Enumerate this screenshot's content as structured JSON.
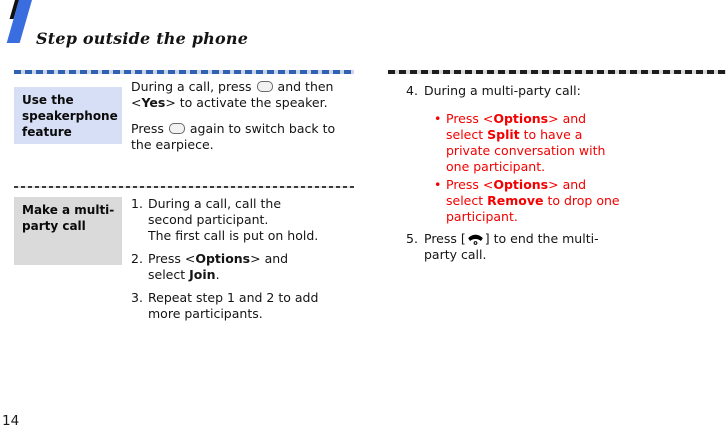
{
  "header": {
    "title": "Step outside the phone"
  },
  "footer": {
    "page_number": "14"
  },
  "colors": {
    "accent_blue": "#3a6ee0",
    "rule_blue": "#2e61b0",
    "rule_black": "#1d1d1d",
    "label_blue_bg": "#d7dff6",
    "label_gray_bg": "#dadada",
    "red_text": "#f40000",
    "body_text": "#141414"
  },
  "icons": {
    "softkey_button": "softkey-button-icon",
    "end_call_key": "end-call-key-icon",
    "bullet": "•"
  },
  "speakerphone": {
    "label": "Use the speakerphone feature",
    "p1": {
      "t1": "During a call, press",
      "t2": "and then <",
      "bold1": "Yes",
      "t3": "> to activate the speaker."
    },
    "p2": {
      "t1": "Press",
      "t2": "again to switch back to the earpiece."
    }
  },
  "multiparty": {
    "label": "Make a multi-party call",
    "step1": {
      "num": "1.",
      "line1": "During a call, call the second participant.",
      "line2": "The first call is put on hold."
    },
    "step2": {
      "num": "2.",
      "t1": "Press <",
      "bold1": "Options",
      "t2": "> and select ",
      "bold2": "Join",
      "t3": "."
    },
    "step3": {
      "num": "3.",
      "t1": "Repeat step 1 and 2 to add more participants."
    },
    "step4": {
      "num": "4.",
      "t1": "During a multi-party call:"
    },
    "bullet1": {
      "t1": "Press <",
      "bold1": "Options",
      "t2": "> and select ",
      "bold2": "Split",
      "t3": " to have a private conversation with one participant."
    },
    "bullet2": {
      "t1": "Press <",
      "bold1": "Options",
      "t2": "> and select ",
      "bold2": "Remove",
      "t3": " to drop one participant."
    },
    "step5": {
      "num": "5.",
      "t1": "Press [",
      "t2": "] to end the multi-party call."
    }
  }
}
